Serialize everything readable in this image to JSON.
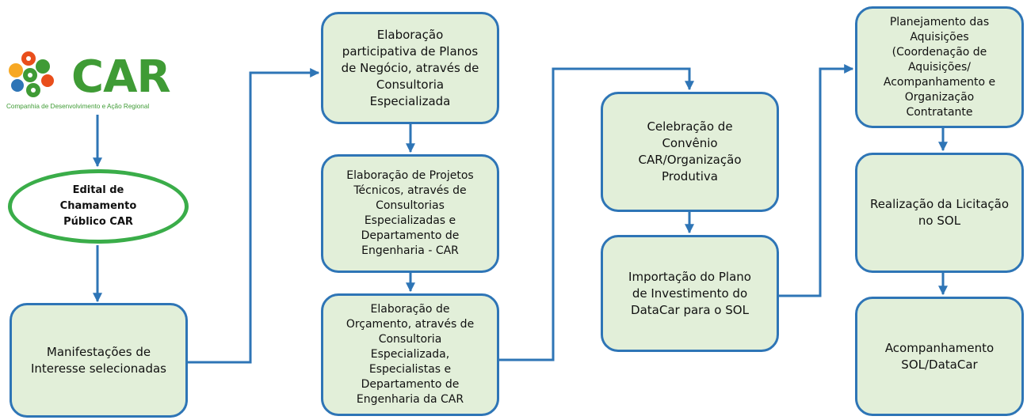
{
  "logo": {
    "name": "CAR",
    "subtitle": "Companhia de Desenvolvimento e Ação Regional",
    "colors": [
      "#e94e1b",
      "#f7a823",
      "#3f9b35",
      "#2e75b6"
    ]
  },
  "start": {
    "label": "Edital de\nChamamento\nPúblico CAR"
  },
  "steps": {
    "manifestacoes": "Manifestações de\nInteresse selecionadas",
    "planos_negocio": "Elaboração\nparticipativa de Planos\nde Negócio, através de\nConsultoria\nEspecializada",
    "projetos_tecnicos": "Elaboração de Projetos\nTécnicos, através de\nConsultorias\nEspecializadas e\nDepartamento de\nEngenharia - CAR",
    "orcamento": "Elaboração de\nOrçamento, através de\nConsultoria\nEspecializada,\nEspecialistas e\nDepartamento de\nEngenharia da CAR",
    "convenio": "Celebração de\nConvênio\nCAR/Organização\nProdutiva",
    "importacao": "Importação do Plano\nde Investimento do\nDataCar para o SOL",
    "planejamento": "Planejamento das\nAquisições\n(Coordenação de\nAquisições/\nAcompanhamento e\nOrganização\nContratante",
    "licitacao": "Realização da Licitação\nno SOL",
    "acompanhamento": "Acompanhamento\nSOL/DataCar"
  },
  "style": {
    "box_fill": "#e2efd9",
    "box_border": "#2e75b6",
    "arrow_color": "#2e75b6",
    "start_border": "#3aad49"
  }
}
